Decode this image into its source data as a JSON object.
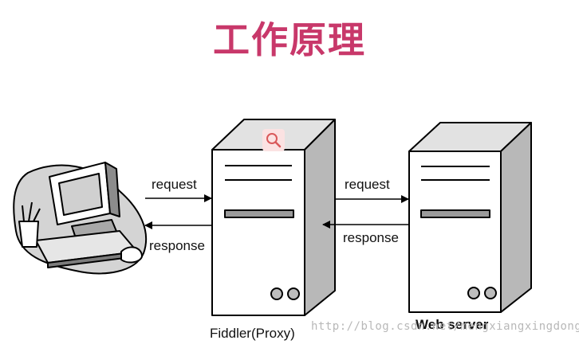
{
  "title": "工作原理",
  "labels": {
    "request_left": "request",
    "response_left": "response",
    "request_right": "request",
    "response_right": "response",
    "proxy_server": "Fiddler(Proxy)",
    "web_server": "Web server"
  },
  "watermark": "http://blog.csdn.net/mengxiangxingdong",
  "colors": {
    "title": "#c8386a",
    "server_side": "#b8b8b8",
    "server_top": "#e2e2e2",
    "server_bar": "#9a9a9a"
  },
  "icons": [
    "computer-icon",
    "magnifier-icon"
  ]
}
